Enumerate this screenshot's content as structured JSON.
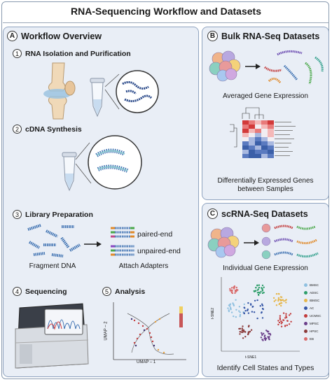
{
  "title": "RNA-Sequencing Workflow and Datasets",
  "panel_a": {
    "letter": "A",
    "label": "Workflow Overview",
    "steps": [
      {
        "num": "1",
        "label": "RNA Isolation and Purification"
      },
      {
        "num": "2",
        "label": "cDNA Synthesis"
      },
      {
        "num": "3",
        "label": "Library Preparation"
      },
      {
        "num": "4",
        "label": "Sequencing"
      },
      {
        "num": "5",
        "label": "Analysis"
      }
    ],
    "fragment_caption": "Fragment DNA",
    "adapters_caption": "Attach Adapters",
    "paired_label": "paired-end",
    "unpaired_label": "unpaired-end",
    "umap_xlabel": "UMAP – 1",
    "umap_ylabel": "UMAP – 2"
  },
  "panel_b": {
    "letter": "B",
    "label": "Bulk RNA-Seq Datasets",
    "caption1": "Averaged Gene Expression",
    "caption2_line1": "Differentially Expressed Genes",
    "caption2_line2": "between Samples"
  },
  "panel_c": {
    "letter": "C",
    "label": "scRNA-Seq Datasets",
    "caption1": "Individual Gene Expression",
    "caption2": "Identify Cell States and Types",
    "tsne_xlabel": "t-SNE1",
    "tsne_ylabel": "t-SNE2",
    "legend": [
      "BMSC",
      "ADSC",
      "IBMSC",
      "AC",
      "UCMSC",
      "MPSC",
      "HPSC",
      "EB"
    ]
  },
  "colors": {
    "panel_bg": "#e9eef6",
    "panel_border": "#8fa3bf",
    "rna_blue": "#2b4a8a",
    "heat_red": "#d23a3a",
    "heat_blue": "#3b5fa8",
    "legend_colors": [
      "#8fc0e0",
      "#2e9e6a",
      "#e6b64a",
      "#3556a6",
      "#c23b3b",
      "#6b3f8a",
      "#8a3a3a",
      "#d96a6a"
    ]
  }
}
